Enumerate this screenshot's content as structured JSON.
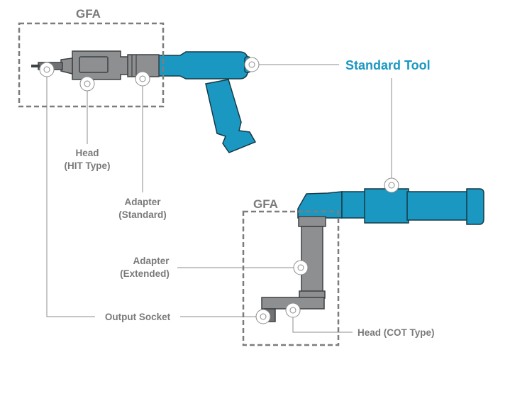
{
  "labels": {
    "gfa_top": "GFA",
    "gfa_bottom": "GFA",
    "standard_tool": "Standard Tool",
    "head_hit_line1": "Head",
    "head_hit_line2": "(HIT Type)",
    "adapter_std_line1": "Adapter",
    "adapter_std_line2": "(Standard)",
    "adapter_ext_line1": "Adapter",
    "adapter_ext_line2": "(Extended)",
    "output_socket": "Output Socket",
    "head_cot": "Head (COT Type)"
  },
  "colors": {
    "tool_blue": "#1b98c2",
    "gfa_grey": "#8d8f90",
    "label_grey": "#7a7a7a"
  }
}
